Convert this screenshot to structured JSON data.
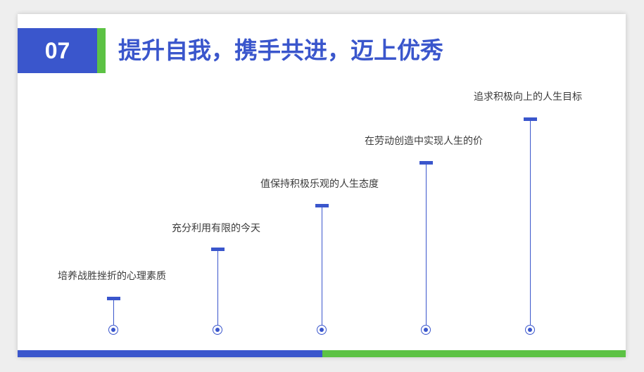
{
  "header": {
    "number": "07",
    "title": "提升自我，携手共进，迈上优秀"
  },
  "steps": [
    {
      "label": "培养战胜挫折的心理素质"
    },
    {
      "label": "充分利用有限的今天"
    },
    {
      "label": "值保持积极乐观的人生态度"
    },
    {
      "label": "在劳动创造中实现人生的价"
    },
    {
      "label": "追求积极向上的人生目标"
    }
  ],
  "colors": {
    "primary_blue": "#3a56cc",
    "accent_green": "#5cc244",
    "title_blue": "#3a56cc",
    "text_gray": "#3b3b3b",
    "slide_bg": "#ffffff",
    "page_bg": "#eeeeee"
  }
}
